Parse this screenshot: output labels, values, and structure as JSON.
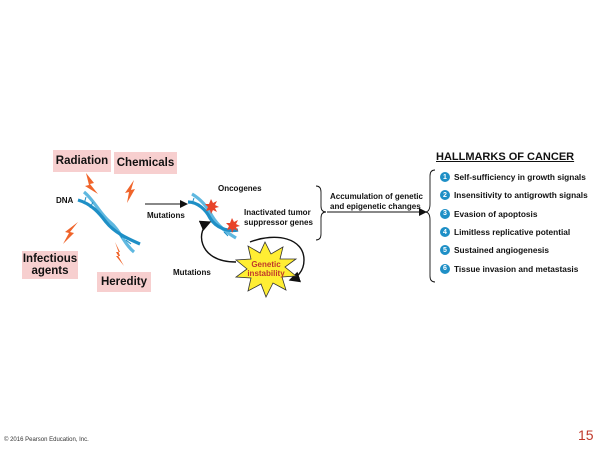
{
  "boxes": {
    "radiation": "Radiation",
    "chemicals": "Chemicals",
    "infectious": "Infectious agents",
    "heredity": "Heredity"
  },
  "labels": {
    "dna": "DNA",
    "mutations_1": "Mutations",
    "mutations_2": "Mutations",
    "oncogenes": "Oncogenes",
    "inactivated": "Inactivated tumor suppressor genes",
    "accumulation": "Accumulation of genetic and epigenetic changes",
    "instability": "Genetic instability"
  },
  "hallmarks": {
    "title": "HALLMARKS OF CANCER",
    "items": [
      {
        "num": "1",
        "text": "Self-sufficiency in growth signals"
      },
      {
        "num": "2",
        "text": "Insensitivity to antigrowth signals"
      },
      {
        "num": "3",
        "text": "Evasion of apoptosis"
      },
      {
        "num": "4",
        "text": "Limitless replicative potential"
      },
      {
        "num": "5",
        "text": "Sustained angiogenesis"
      },
      {
        "num": "6",
        "text": "Tissue invasion and metastasis"
      }
    ]
  },
  "footer": {
    "copyright": "© 2016 Pearson Education, Inc.",
    "page": "15"
  },
  "colors": {
    "box_fill": "#f7cfcf",
    "bolt": "#f0642a",
    "dna_strand_a": "#1e8fc6",
    "dna_strand_b": "#5fb8e0",
    "burst": "#ffee33",
    "mutation_mark": "#e8442a",
    "number_badge": "#1e8fc6",
    "page_number": "#c0392b"
  }
}
